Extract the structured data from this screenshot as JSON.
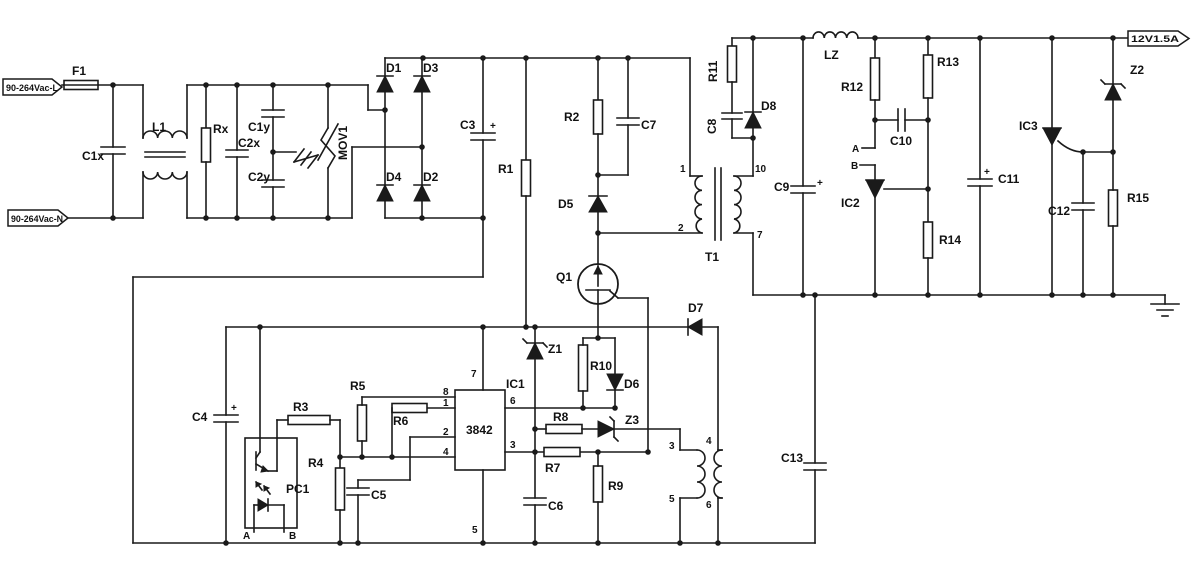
{
  "labels": {
    "flag_l": "90-264Vac-L",
    "flag_n": "90-264Vac-N",
    "flag_out": "12V1.5A",
    "f1": "F1",
    "c1x": "C1x",
    "l1": "L1",
    "rx": "Rx",
    "c2x": "C2x",
    "c1y": "C1y",
    "c2y": "C2y",
    "mov1": "MOV1",
    "d1": "D1",
    "d2": "D2",
    "d3": "D3",
    "d4": "D4",
    "c3": "C3",
    "r1": "R1",
    "r2": "R2",
    "c7": "C7",
    "d5": "D5",
    "q1": "Q1",
    "t1": "T1",
    "r11": "R11",
    "c8": "C8",
    "d8": "D8",
    "c9": "C9",
    "lz": "LZ",
    "r12": "R12",
    "c10": "C10",
    "net_a": "A",
    "net_b": "B",
    "ic2": "IC2",
    "r13": "R13",
    "r14": "R14",
    "c11": "C11",
    "ic3": "IC3",
    "c12": "C12",
    "z2": "Z2",
    "r15": "R15",
    "c4": "C4",
    "pc1": "PC1",
    "pc1_a": "A",
    "pc1_b": "B",
    "r3": "R3",
    "r4": "R4",
    "r5": "R5",
    "r6": "R6",
    "c5": "C5",
    "ic1": "IC1",
    "ic1_part": "3842",
    "z1": "Z1",
    "r10": "R10",
    "d6": "D6",
    "r8": "R8",
    "z3": "Z3",
    "r7": "R7",
    "r9": "R9",
    "c6": "C6",
    "d7": "D7",
    "c13": "C13",
    "plus": "+",
    "p1": "1",
    "p2": "2",
    "p3": "3",
    "p4": "4",
    "p5": "5",
    "p6": "6",
    "p7": "7",
    "p8": "8",
    "t1_p1": "1",
    "t1_p2": "2",
    "t1_p10": "10",
    "t1_p7": "7",
    "t1_p3": "3",
    "t1_p5": "5",
    "t1_p4": "4",
    "t1_p6": "6"
  }
}
